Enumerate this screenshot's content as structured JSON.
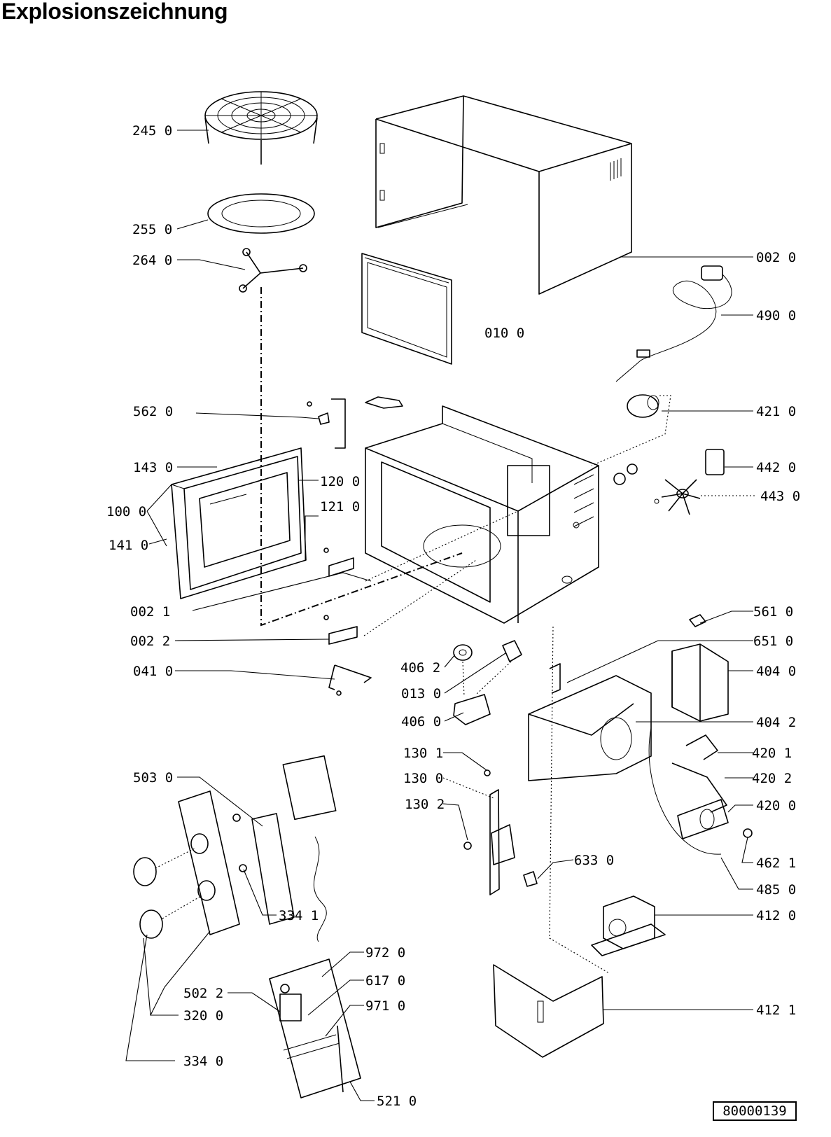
{
  "title": "Explosionszeichnung",
  "document_number": "80000139",
  "part_labels": [
    {
      "id": "245",
      "text": "245 0"
    },
    {
      "id": "255",
      "text": "255 0"
    },
    {
      "id": "264",
      "text": "264 0"
    },
    {
      "id": "002-0",
      "text": "002 0"
    },
    {
      "id": "010",
      "text": "010 0"
    },
    {
      "id": "490",
      "text": "490 0"
    },
    {
      "id": "562",
      "text": "562 0"
    },
    {
      "id": "421",
      "text": "421 0"
    },
    {
      "id": "143",
      "text": "143 0"
    },
    {
      "id": "120",
      "text": "120 0"
    },
    {
      "id": "442",
      "text": "442 0"
    },
    {
      "id": "100",
      "text": "100 0"
    },
    {
      "id": "121",
      "text": "121 0"
    },
    {
      "id": "443",
      "text": "443 0"
    },
    {
      "id": "141",
      "text": "141 0"
    },
    {
      "id": "002-1",
      "text": "002 1"
    },
    {
      "id": "561",
      "text": "561 0"
    },
    {
      "id": "002-2",
      "text": "002 2"
    },
    {
      "id": "651",
      "text": "651 0"
    },
    {
      "id": "406-2",
      "text": "406 2"
    },
    {
      "id": "041",
      "text": "041 0"
    },
    {
      "id": "404-0",
      "text": "404 0"
    },
    {
      "id": "013",
      "text": "013 0"
    },
    {
      "id": "406-0",
      "text": "406 0"
    },
    {
      "id": "404-2",
      "text": "404 2"
    },
    {
      "id": "130-1",
      "text": "130 1"
    },
    {
      "id": "420-1",
      "text": "420 1"
    },
    {
      "id": "503",
      "text": "503 0"
    },
    {
      "id": "130-0",
      "text": "130 0"
    },
    {
      "id": "420-2",
      "text": "420 2"
    },
    {
      "id": "130-2",
      "text": "130 2"
    },
    {
      "id": "420-0",
      "text": "420 0"
    },
    {
      "id": "633",
      "text": "633 0"
    },
    {
      "id": "462",
      "text": "462 1"
    },
    {
      "id": "485",
      "text": "485 0"
    },
    {
      "id": "412-0",
      "text": "412 0"
    },
    {
      "id": "334-1",
      "text": "334 1"
    },
    {
      "id": "972",
      "text": "972 0"
    },
    {
      "id": "617",
      "text": "617 0"
    },
    {
      "id": "502",
      "text": "502 2"
    },
    {
      "id": "971",
      "text": "971 0"
    },
    {
      "id": "412-1",
      "text": "412 1"
    },
    {
      "id": "320",
      "text": "320 0"
    },
    {
      "id": "334-0",
      "text": "334 0"
    },
    {
      "id": "521",
      "text": "521 0"
    }
  ]
}
